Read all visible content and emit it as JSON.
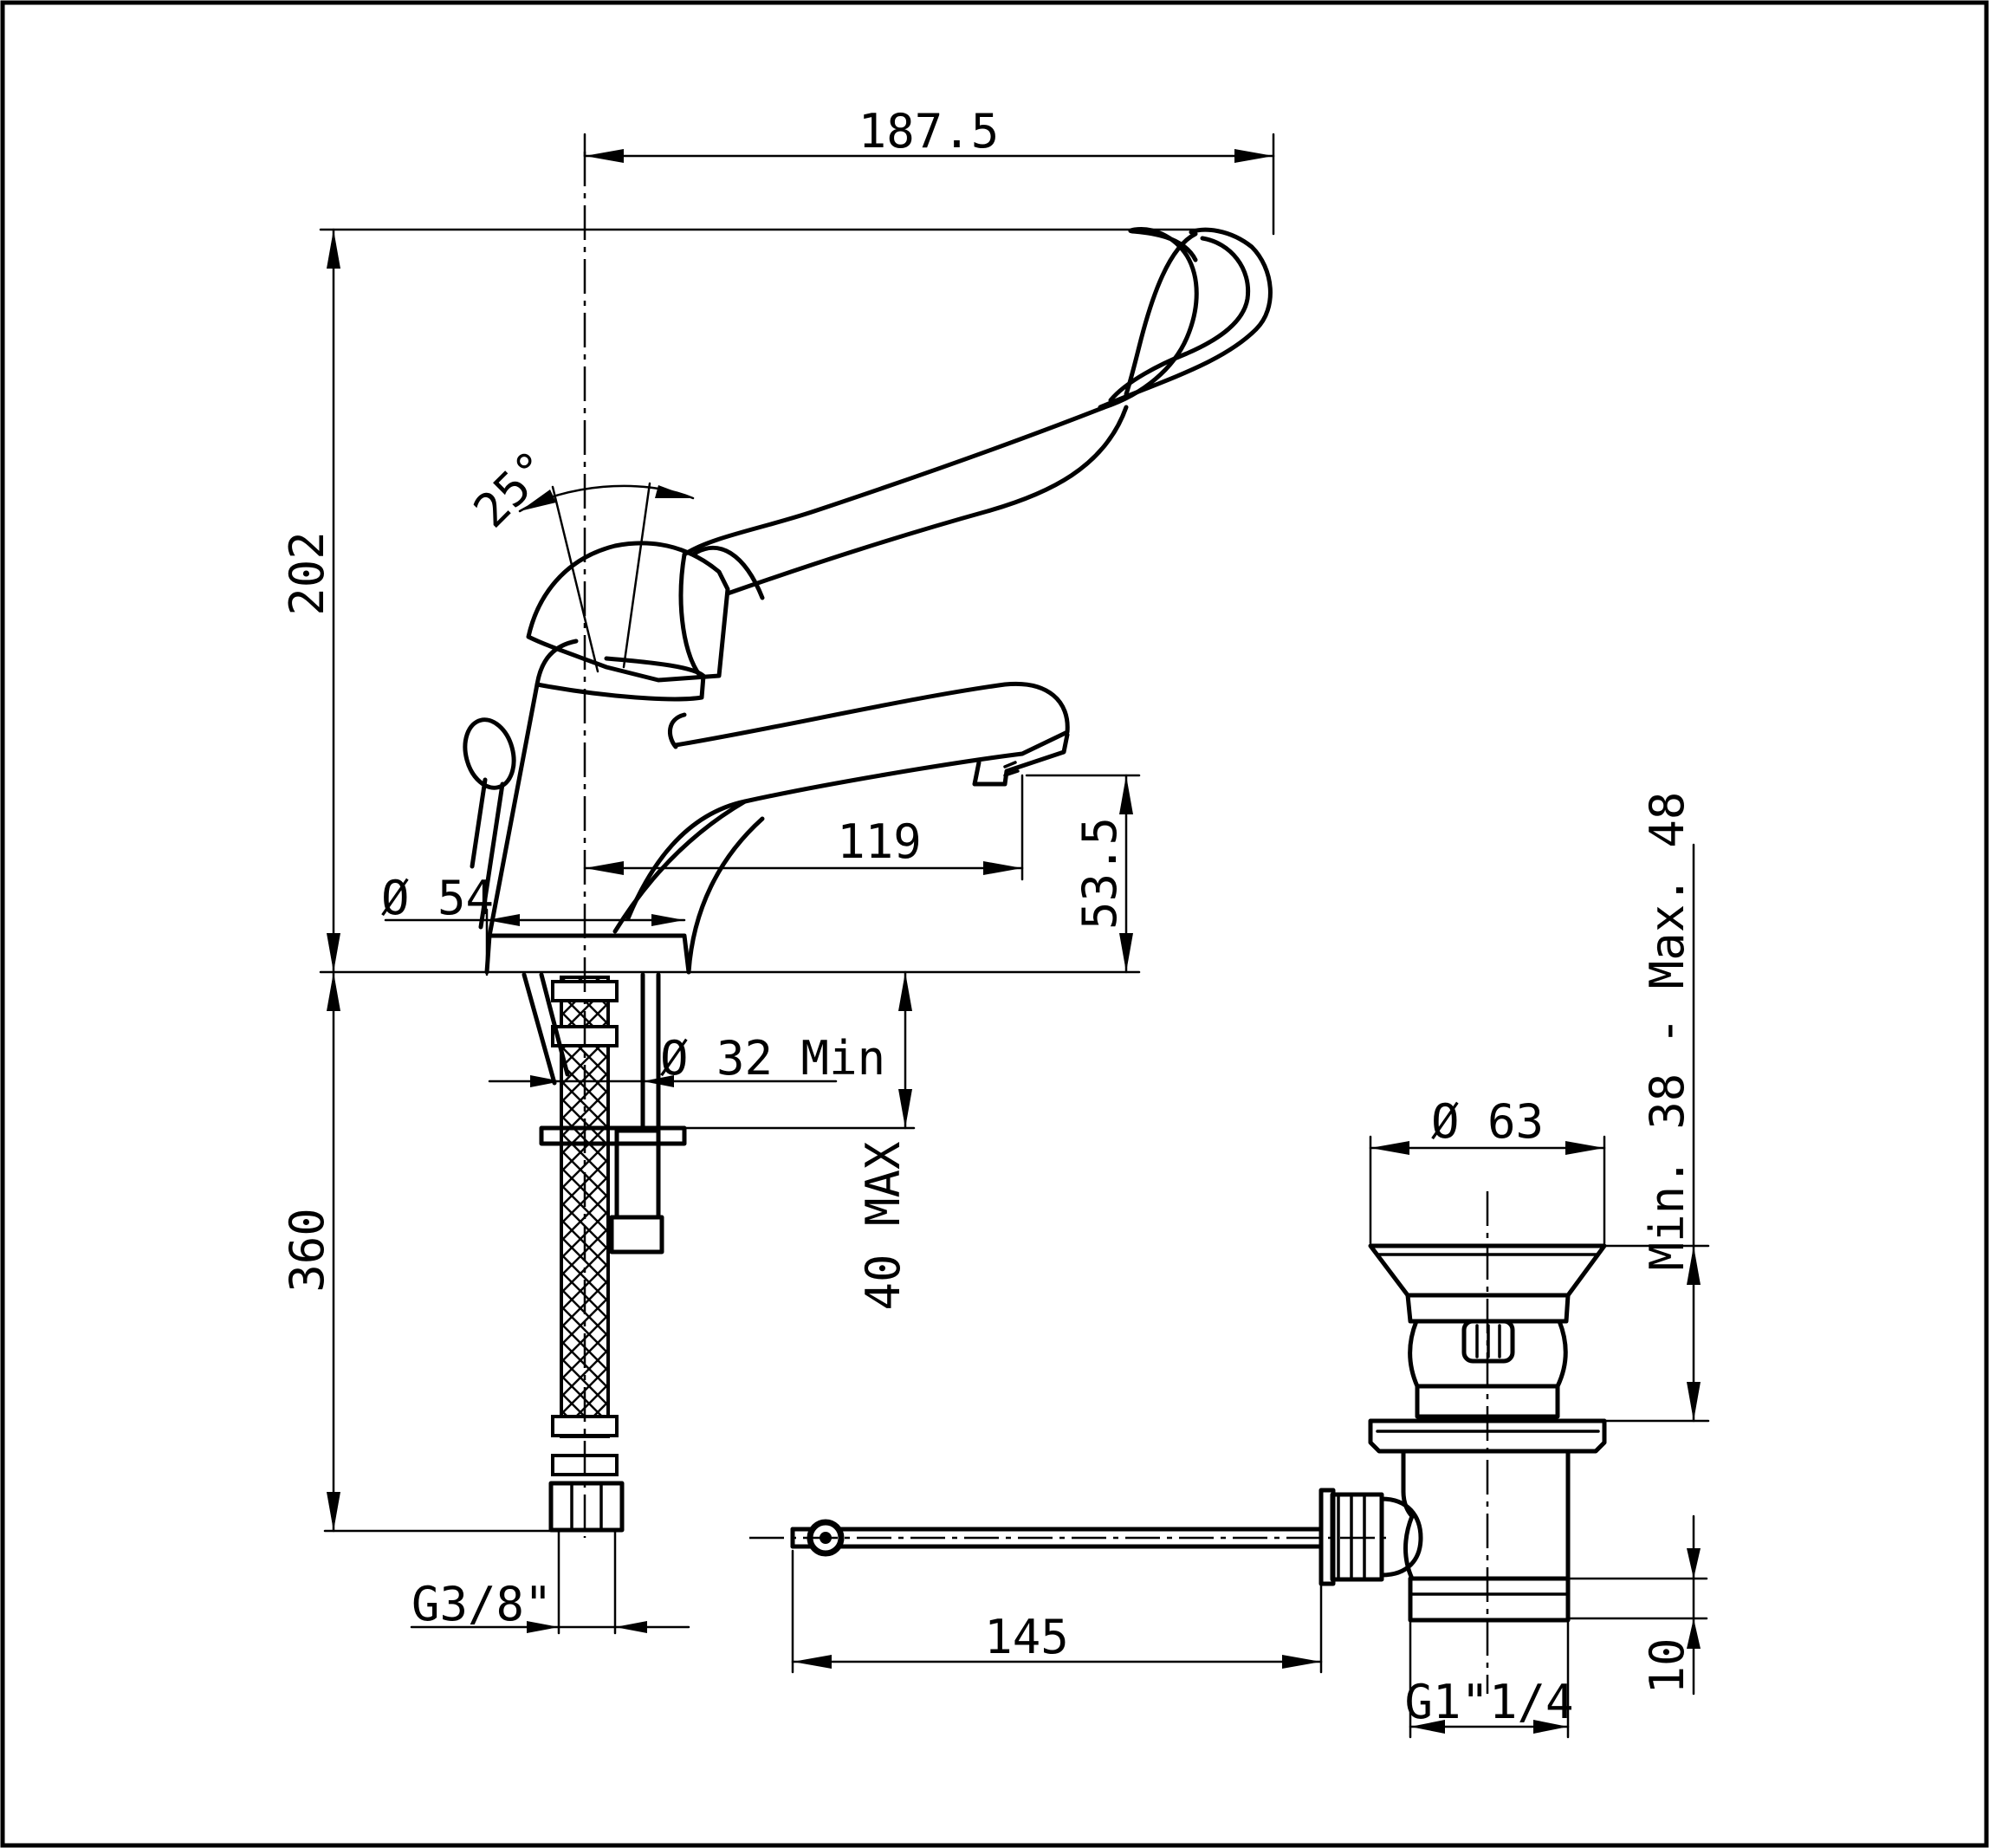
{
  "drawing": {
    "dimensions": {
      "overall_reach": "187.5",
      "overall_height": "202",
      "lever_angle": "25°",
      "base_diameter": "Ø 54",
      "spout_reach": "119",
      "spout_height": "53.5",
      "hole_diameter": "Ø 32 Min",
      "deck_thickness": "40 MAX",
      "hose_length": "360",
      "hose_thread": "G3/8\"",
      "waste_diameter": "Ø 63",
      "basin_thickness": "Min. 38 - Max. 48",
      "pull_rod_length": "145",
      "waste_thread": "G1\"1/4",
      "thread_length": "10"
    }
  }
}
